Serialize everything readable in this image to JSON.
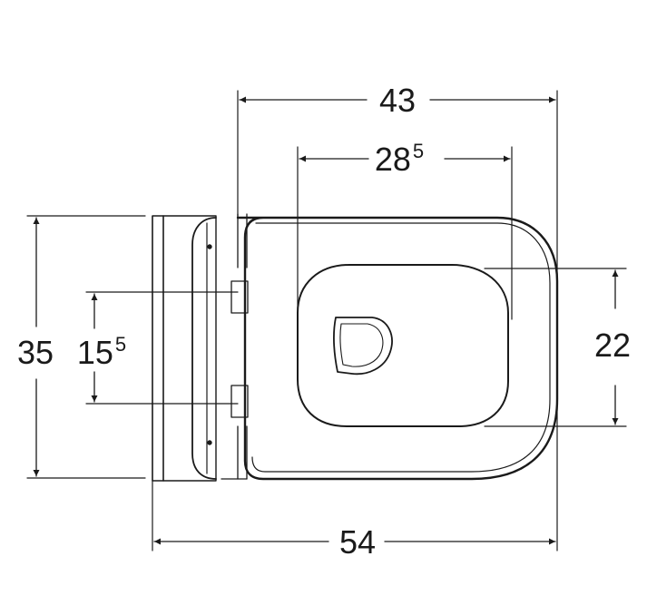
{
  "drawing": {
    "dimensions": {
      "top_width": {
        "value": "43"
      },
      "seat_opening_width": {
        "main": "28",
        "sup": "5"
      },
      "total_height": {
        "value": "35"
      },
      "mounting_spacing": {
        "main": "15",
        "sup": "5"
      },
      "opening_height": {
        "value": "22"
      },
      "total_depth": {
        "value": "54"
      }
    },
    "colors": {
      "line": "#1a1a1a",
      "background": "#ffffff"
    }
  }
}
